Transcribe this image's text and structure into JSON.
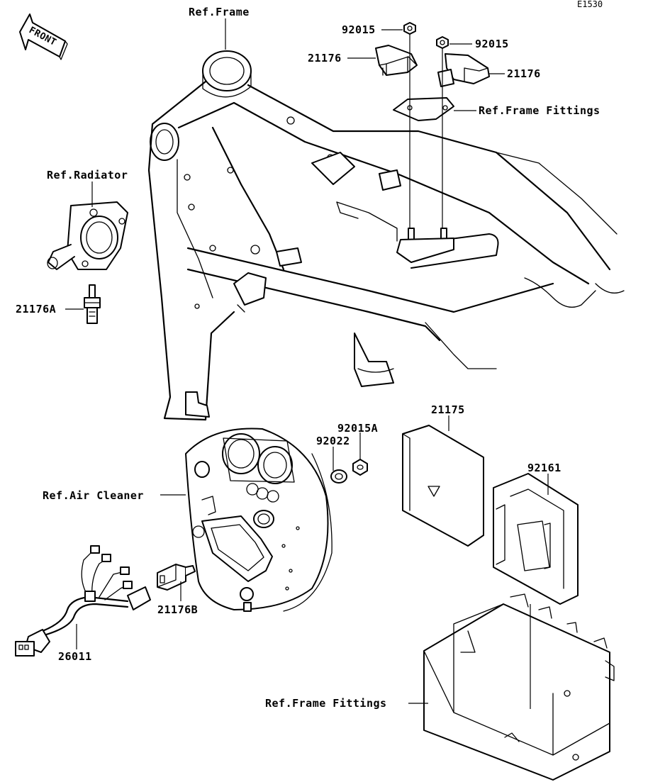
{
  "diagram_code": "E1530",
  "front_label": "FRONT",
  "labels": {
    "ref_frame": "Ref.Frame",
    "nut_top_left": "92015",
    "nut_top_right": "92015",
    "sensor_left": "21176",
    "sensor_right": "21176",
    "ref_frame_fittings_top": "Ref.Frame Fittings",
    "ref_radiator": "Ref.Radiator",
    "temp_sensor": "21176A",
    "ecu": "21175",
    "nut_ecu": "92015A",
    "washer_ecu": "92022",
    "ecu_cover": "92161",
    "ref_air_cleaner": "Ref.Air Cleaner",
    "air_temp_sensor": "21176B",
    "harness": "26011",
    "ref_frame_fittings_bottom": "Ref.Frame Fittings"
  }
}
